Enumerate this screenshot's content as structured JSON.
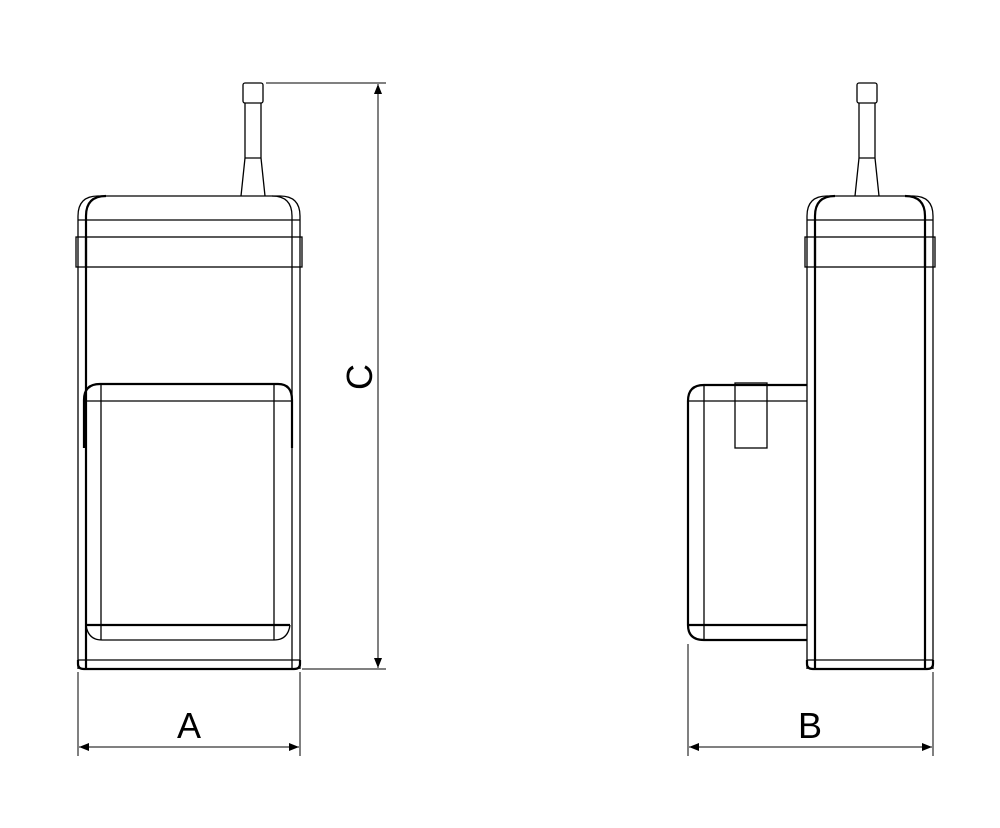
{
  "drawing": {
    "views": [
      "front-view",
      "side-view"
    ],
    "dimensions": {
      "width_label": "A",
      "depth_label": "B",
      "height_label": "C"
    },
    "line_color": "#000000",
    "background": "#ffffff"
  }
}
